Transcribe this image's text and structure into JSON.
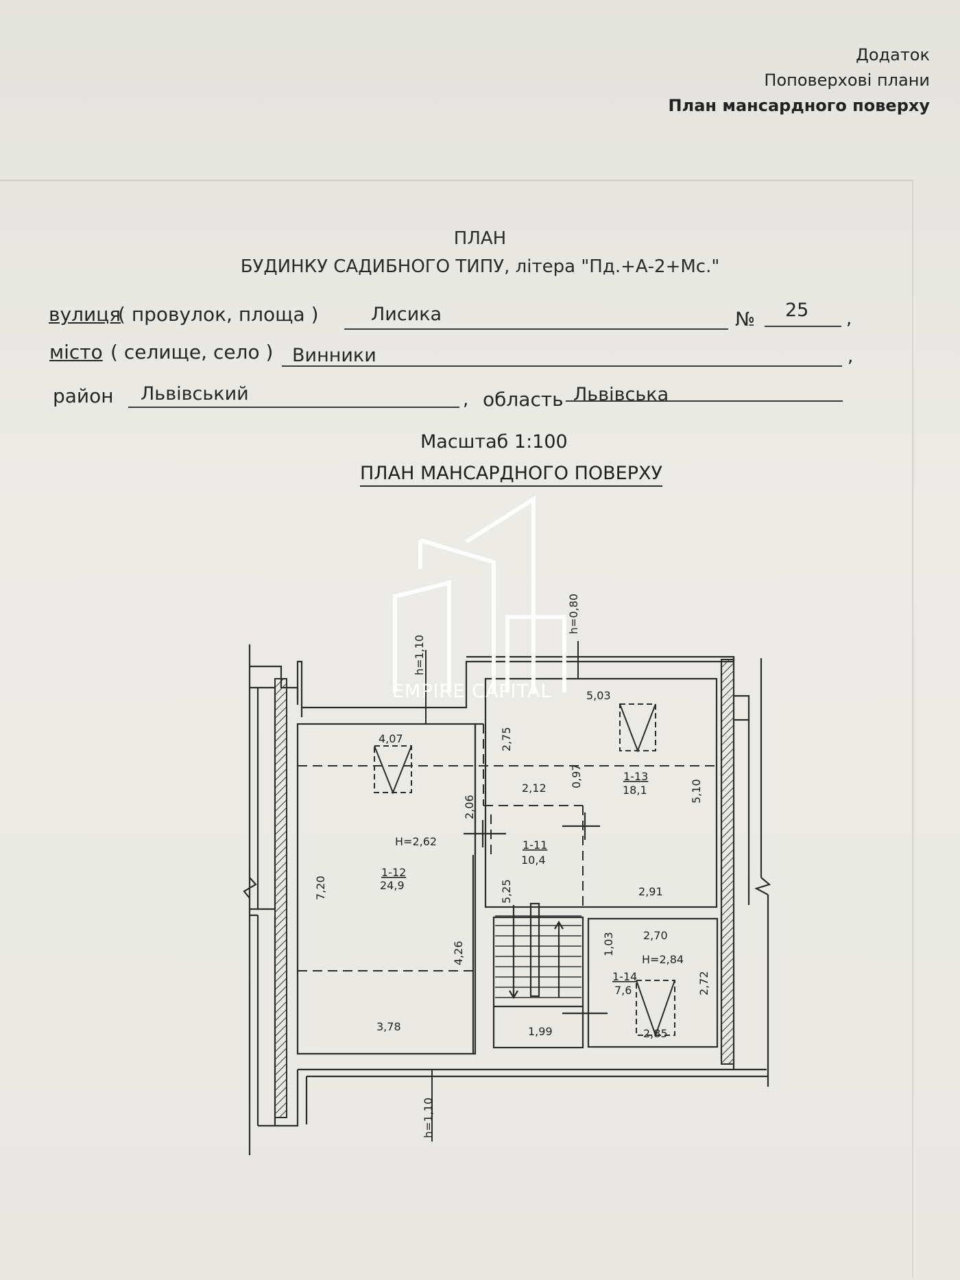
{
  "appendix": {
    "line1": "Додаток",
    "line2": "Поповерхові плани",
    "line3": "План мансардного поверху"
  },
  "header": {
    "title": "ПЛАН",
    "subtitle": "БУДИНКУ САДИБНОГО ТИПУ, літера \"Пд.+А-2+Мс.\""
  },
  "address": {
    "street_label": "вулиця",
    "street_suffix": "( провулок, площа )",
    "street_value": "Лисика",
    "number_label": "№",
    "number_value": "25",
    "city_label": "місто",
    "city_suffix": "( селище, село )",
    "city_value": "Винники",
    "district_label": "район",
    "district_value": "Львівський",
    "region_label": "область",
    "region_value": "Львівська",
    "comma": ","
  },
  "scale_text": "Масштаб  1:100",
  "floor_title": "ПЛАН МАНСАРДНОГО ПОВЕРХУ",
  "watermark": "EMPIRE CAPITAL",
  "plan": {
    "heights": [
      "h=1,10",
      "h=0,80",
      "h=1,10",
      "H=2,62",
      "H=2,84"
    ],
    "dims": [
      "4,07",
      "5,03",
      "2,75",
      "2,12",
      "0,97",
      "5,10",
      "2,06",
      "7,20",
      "5,25",
      "2,91",
      "4,26",
      "1,03",
      "2,70",
      "2,72",
      "3,78",
      "1,99",
      "2,85"
    ],
    "rooms": [
      {
        "id": "1-11",
        "area": "10,4"
      },
      {
        "id": "1-12",
        "area": "24,9"
      },
      {
        "id": "1-13",
        "area": "18,1"
      },
      {
        "id": "1-14",
        "area": "7,6"
      }
    ]
  }
}
